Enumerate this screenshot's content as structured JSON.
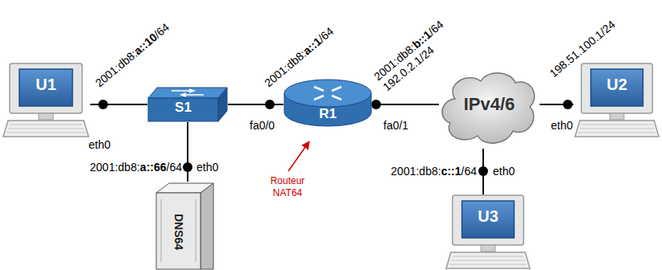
{
  "diagram": {
    "nodes": [
      {
        "text": [
          "U1"
        ]
      },
      {
        "text": [
          "S1"
        ]
      },
      {
        "text": [
          "DNS64"
        ]
      },
      {
        "text": [
          "R1"
        ]
      },
      {
        "text": [
          "IPv4/6"
        ]
      },
      {
        "text": [
          "U2"
        ]
      },
      {
        "text": [
          "U3"
        ]
      }
    ],
    "edges": [
      {
        "from": 0,
        "to": 1,
        "arrow": "none"
      },
      {
        "from": 1,
        "to": 2,
        "arrow": "none"
      },
      {
        "from": 1,
        "to": 3,
        "arrow": "none"
      },
      {
        "from": 3,
        "to": 4,
        "arrow": "none"
      },
      {
        "from": 4,
        "to": 5,
        "arrow": "none"
      },
      {
        "from": 4,
        "to": 6,
        "arrow": "none"
      }
    ],
    "labels": [
      "2001:db8:a::10/64",
      "eth0",
      "2001:db8:a::66/64",
      "eth0",
      "2001:db8:a::1/64",
      "fa0/0",
      "2001:db8:b::1/64",
      "192.0.2.1/24",
      "fa0/1",
      "198.51.100.1/24",
      "eth0",
      "2001:db8:c::1/64",
      "eth0",
      "Routeur NAT64"
    ]
  }
}
